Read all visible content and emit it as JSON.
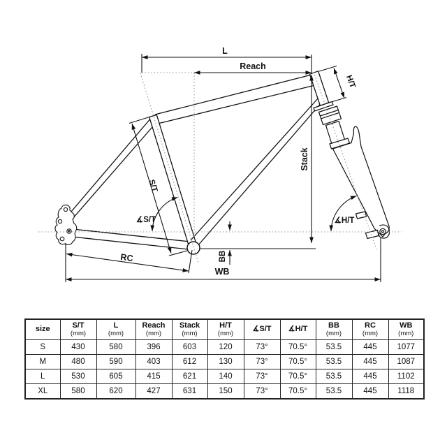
{
  "diagram": {
    "labels": {
      "l": "L",
      "reach": "Reach",
      "ht": "H/T",
      "stack": "Stack",
      "st": "S/T",
      "ast": "∡S/T",
      "aht": "∡H/T",
      "bb": "BB",
      "rc": "RC",
      "wb": "WB"
    },
    "line_color": "#111111",
    "construction_line_color": "#9a9a9a"
  },
  "table": {
    "headers": [
      {
        "label": "size",
        "unit": ""
      },
      {
        "label": "S/T",
        "unit": "(mm)"
      },
      {
        "label": "L",
        "unit": "(mm)"
      },
      {
        "label": "Reach",
        "unit": "(mm)"
      },
      {
        "label": "Stack",
        "unit": "(mm)"
      },
      {
        "label": "H/T",
        "unit": "(mm)"
      },
      {
        "label": "∡S/T",
        "unit": ""
      },
      {
        "label": "∡H/T",
        "unit": ""
      },
      {
        "label": "BB",
        "unit": "(mm)"
      },
      {
        "label": "RC",
        "unit": "(mm)"
      },
      {
        "label": "WB",
        "unit": "(mm)"
      }
    ],
    "rows": [
      {
        "cells": [
          "S",
          "430",
          "580",
          "396",
          "603",
          "120",
          "73°",
          "70.5°",
          "53.5",
          "445",
          "1077"
        ]
      },
      {
        "cells": [
          "M",
          "480",
          "590",
          "403",
          "612",
          "130",
          "73°",
          "70.5°",
          "53.5",
          "445",
          "1087"
        ]
      },
      {
        "cells": [
          "L",
          "530",
          "605",
          "415",
          "621",
          "140",
          "73°",
          "70.5°",
          "53.5",
          "445",
          "1102"
        ]
      },
      {
        "cells": [
          "XL",
          "580",
          "620",
          "427",
          "631",
          "150",
          "73°",
          "70.5°",
          "53.5",
          "445",
          "1118"
        ]
      }
    ]
  }
}
